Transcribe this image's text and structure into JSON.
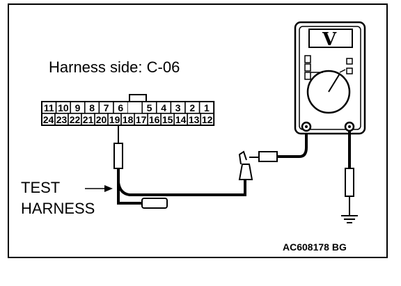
{
  "harness_label": "Harness side: C-06",
  "test_harness_line1": "TEST",
  "test_harness_line2": "HARNESS",
  "figure_code": "AC608178 BG",
  "meter_symbol": "V",
  "connector": {
    "top_row": [
      "11",
      "10",
      "9",
      "8",
      "7",
      "6",
      "",
      "5",
      "4",
      "3",
      "2",
      "1"
    ],
    "bottom_row": [
      "24",
      "23",
      "22",
      "21",
      "20",
      "19",
      "18",
      "17",
      "16",
      "15",
      "14",
      "13",
      "12"
    ],
    "probed_pin": "19"
  }
}
